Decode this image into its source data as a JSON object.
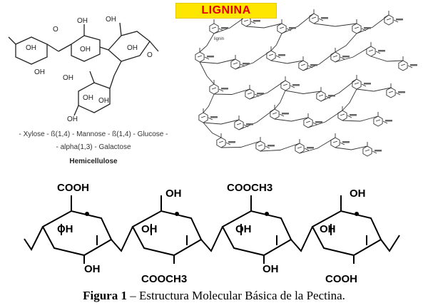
{
  "lignina": {
    "title": "LIGNINA",
    "inner_label": "lignin"
  },
  "hemicellulose": {
    "sequence_line1": "- Xylose - ß(1,4) - Mannose - ß(1,4) - Glucose -",
    "sequence_line2": "- alpha(1,3) - Galactose",
    "name": "Hemicellulose",
    "atom_oh": "OH",
    "atom_o": "O"
  },
  "pectin": {
    "groups": {
      "cooh": "COOH",
      "cooch3": "COOCH3",
      "oh": "OH"
    }
  },
  "caption": {
    "figure_label": "Figura 1",
    "separator": " – ",
    "text": "Estructura Molecular Básica de la Pectina."
  },
  "colors": {
    "badge_background": "#ffe600",
    "badge_text": "#e00000",
    "structure_line": "#000000"
  }
}
